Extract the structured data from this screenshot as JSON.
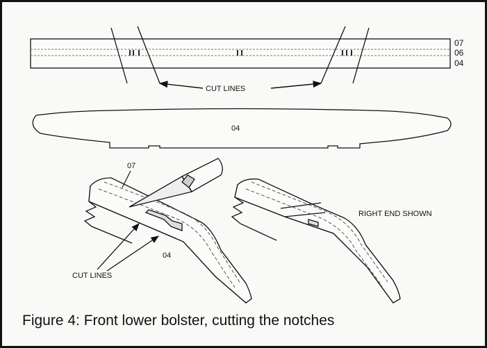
{
  "figure": {
    "caption": "Figure 4:  Front lower bolster, cutting the notches",
    "top_strip": {
      "layer_labels": [
        "07",
        "06",
        "04"
      ],
      "cut_lines_label": "CUT LINES"
    },
    "bolster_label": "04",
    "left_view": {
      "top_label": "07",
      "bottom_label": "04",
      "cut_lines_label": "CUT LINES"
    },
    "right_view": {
      "note": "RIGHT END SHOWN"
    }
  }
}
